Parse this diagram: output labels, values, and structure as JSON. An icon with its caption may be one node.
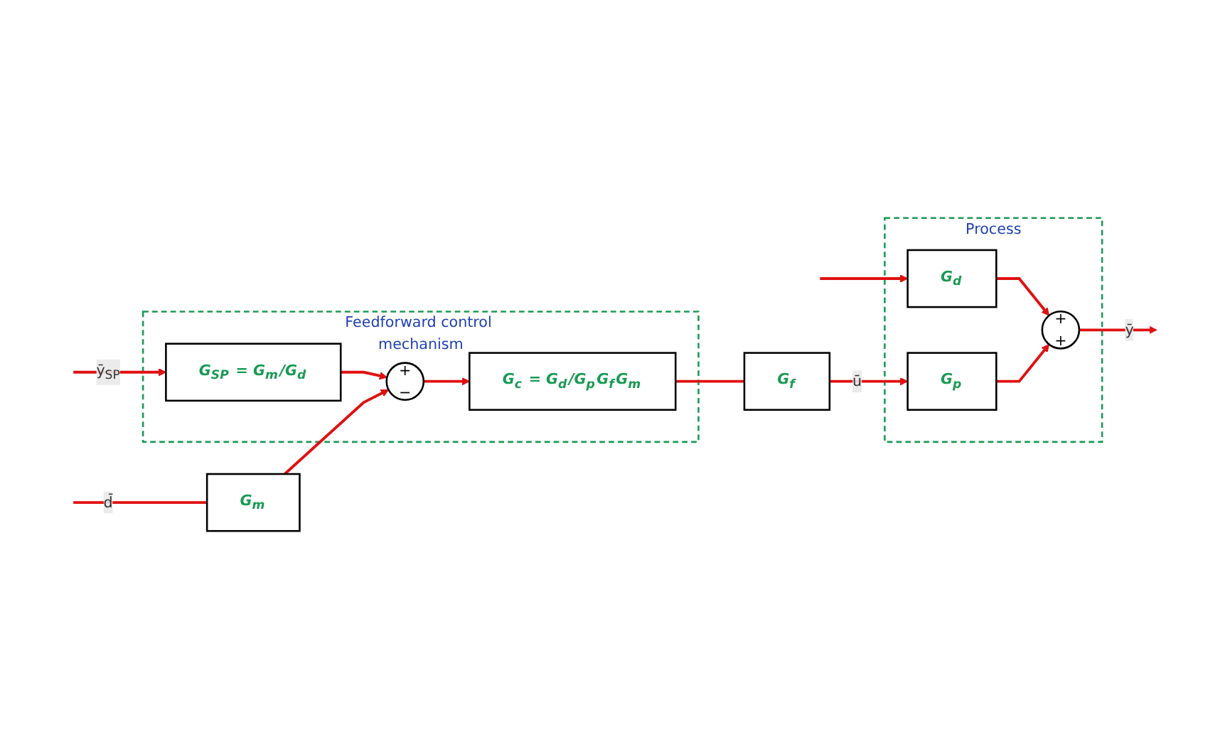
{
  "diagram": {
    "nodes": [
      {
        "text": [
          "Feedforward control mechanism"
        ]
      },
      {
        "text": [
          "G$_{SP}$ = G$_{m}$/G$_{d}$"
        ],
        "in": 0
      },
      {
        "text": [
          "+",
          "−"
        ],
        "in": 0
      },
      {
        "text": [
          "G$_{c}$ = G$_{d}$/G$_{p}$G$_{f}$G$_{m}$"
        ],
        "in": 0
      },
      {
        "text": [
          "G$_{m}$"
        ]
      },
      {
        "text": [
          "G$_{f}$"
        ]
      },
      {
        "text": [
          "Process"
        ]
      },
      {
        "text": [
          "G$_{d}$"
        ],
        "in": 6
      },
      {
        "text": [
          "G$_{p}$"
        ],
        "in": 6
      },
      {
        "text": [
          "+",
          "+"
        ],
        "in": 6
      }
    ],
    "edges": [
      {
        "from": null,
        "to": 1,
        "arrow": "to",
        "label": "ȳ$_{SP}$"
      },
      {
        "from": 1,
        "to": 2,
        "arrow": "to"
      },
      {
        "from": null,
        "to": 4,
        "arrow": "none",
        "label": "d̄"
      },
      {
        "from": 4,
        "to": 2,
        "arrow": "to"
      },
      {
        "from": 2,
        "to": 3,
        "arrow": "to"
      },
      {
        "from": 3,
        "to": 5,
        "arrow": "none"
      },
      {
        "from": 5,
        "to": 8,
        "arrow": "to",
        "label": "ū"
      },
      {
        "from": null,
        "to": 7,
        "arrow": "to"
      },
      {
        "from": 7,
        "to": 9,
        "arrow": "to"
      },
      {
        "from": 8,
        "to": 9,
        "arrow": "to"
      },
      {
        "from": 9,
        "to": null,
        "arrow": "to",
        "label": "ȳ"
      }
    ]
  }
}
